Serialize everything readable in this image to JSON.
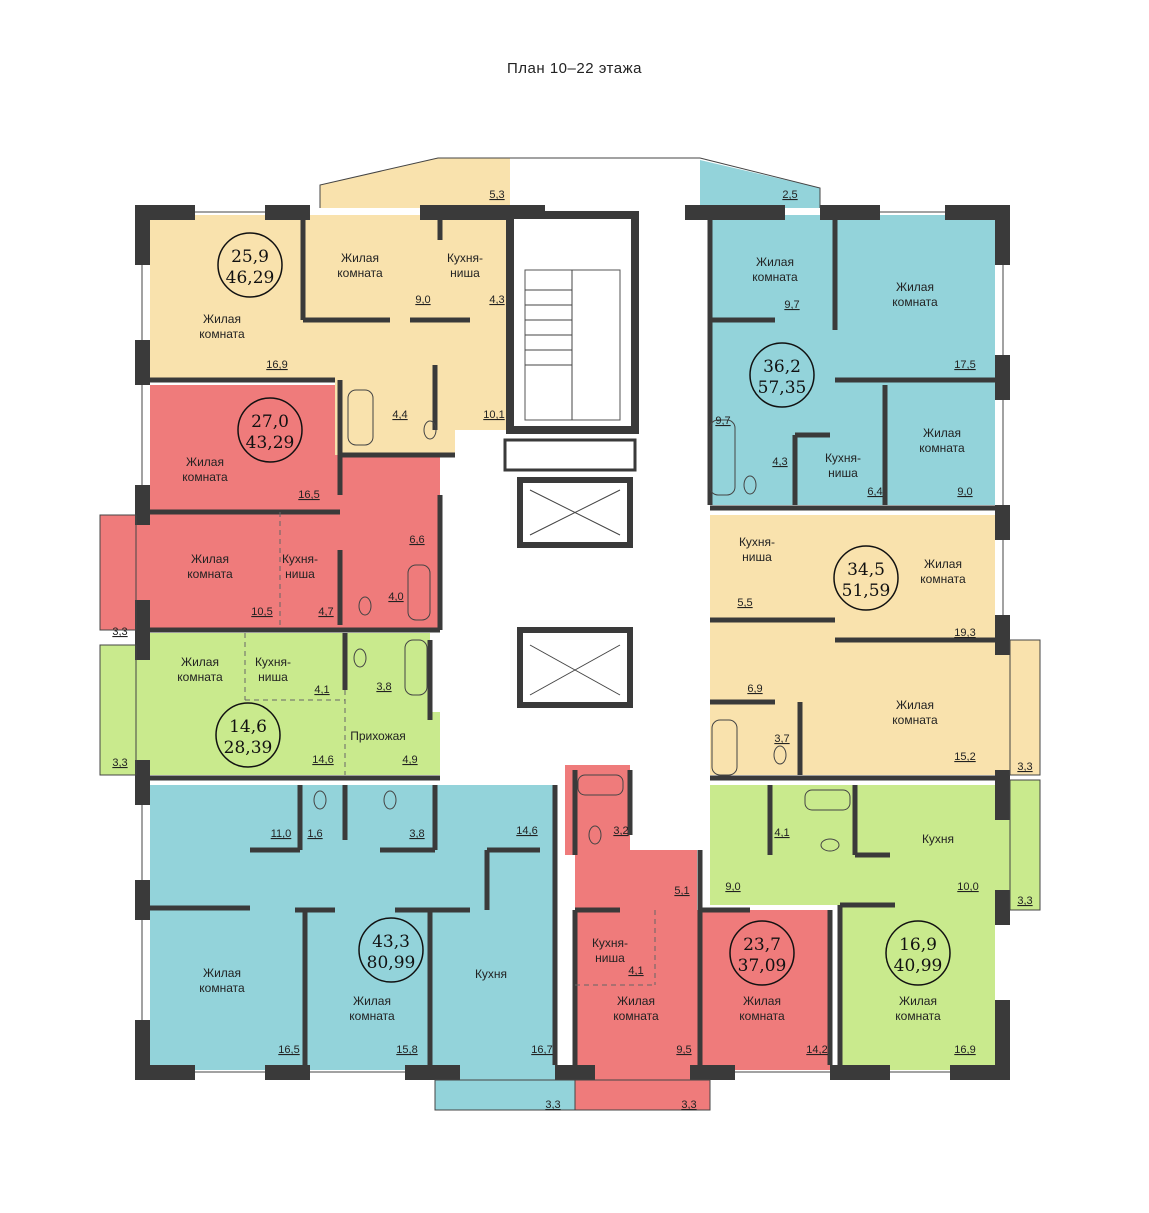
{
  "plan": {
    "title": "План 10–22 этажа"
  },
  "colors": {
    "yellow": "#f9e2ad",
    "red": "#ef7b7b",
    "green": "#c9ea8d",
    "blue": "#93d3da",
    "white": "#ffffff",
    "wall": "#3a3a3a"
  },
  "apartments": [
    {
      "id": "apt-yellow-nw",
      "living": "25,9",
      "total": "46,29"
    },
    {
      "id": "apt-red-w",
      "living": "27,0",
      "total": "43,29"
    },
    {
      "id": "apt-green-w",
      "living": "14,6",
      "total": "28,39"
    },
    {
      "id": "apt-blue-sw",
      "living": "43,3",
      "total": "80,99"
    },
    {
      "id": "apt-red-s",
      "living": "23,7",
      "total": "37,09"
    },
    {
      "id": "apt-green-se",
      "living": "16,9",
      "total": "40,99"
    },
    {
      "id": "apt-yellow-e",
      "living": "34,5",
      "total": "51,59"
    },
    {
      "id": "apt-blue-ne",
      "living": "36,2",
      "total": "57,35"
    }
  ],
  "labels": {
    "living_room": "Жилая комната",
    "kitchen_niche": "Кухня-ниша",
    "kitchen": "Кухня",
    "hallway": "Прихожая"
  },
  "areas": [
    "5,3",
    "9,0",
    "4,3",
    "16,9",
    "4,4",
    "10,1",
    "16,5",
    "6,6",
    "10,5",
    "4,7",
    "4,0",
    "3,3",
    "4,1",
    "3,8",
    "14,6",
    "4,9",
    "3,3",
    "11,0",
    "1,6",
    "3,8",
    "14,6",
    "3,2",
    "5,1",
    "4,1",
    "16,5",
    "15,8",
    "16,7",
    "9,5",
    "14,2",
    "3,3",
    "3,3",
    "2,5",
    "9,7",
    "17,5",
    "9,7",
    "4,3",
    "6,4",
    "9,0",
    "5,5",
    "19,3",
    "6,9",
    "3,7",
    "15,2",
    "3,3",
    "4,1",
    "9,0",
    "10,0",
    "3,3",
    "16,9"
  ]
}
